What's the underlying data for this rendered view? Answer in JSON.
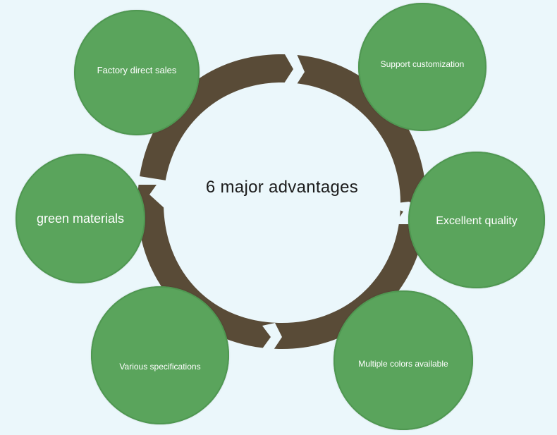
{
  "diagram": {
    "center_label": "6 major advantages",
    "colors": {
      "background": "#ebf7fb",
      "ring": "#594b37",
      "node_fill": "#5aa45c",
      "node_text": "#ffffff",
      "center_text": "#1c1c1c"
    },
    "nodes": [
      {
        "id": "factory",
        "label": "Factory direct sales"
      },
      {
        "id": "support",
        "label": "Support customization"
      },
      {
        "id": "green",
        "label": "green materials"
      },
      {
        "id": "excellent",
        "label": "Excellent quality"
      },
      {
        "id": "various",
        "label": "Various specifications"
      },
      {
        "id": "multiple",
        "label": "Multiple colors available"
      }
    ]
  }
}
